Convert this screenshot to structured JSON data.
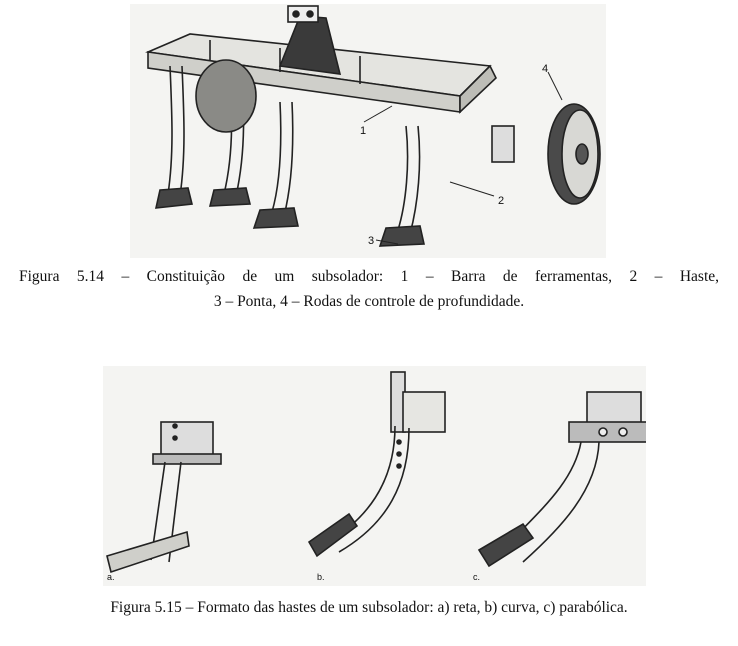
{
  "figure_5_14": {
    "callouts": [
      "1",
      "2",
      "3",
      "4"
    ],
    "caption_line1": "Figura 5.14 – Constituição de um subsolador: 1 – Barra de ferramentas, 2 – Haste,",
    "caption_line2": "3 – Ponta, 4 – Rodas de controle de profundidade."
  },
  "figure_5_15": {
    "panel_labels": [
      "a.",
      "b.",
      "c."
    ],
    "caption": "Figura 5.15 – Formato das hastes de um subsolador: a) reta, b) curva, c) parabólica."
  }
}
